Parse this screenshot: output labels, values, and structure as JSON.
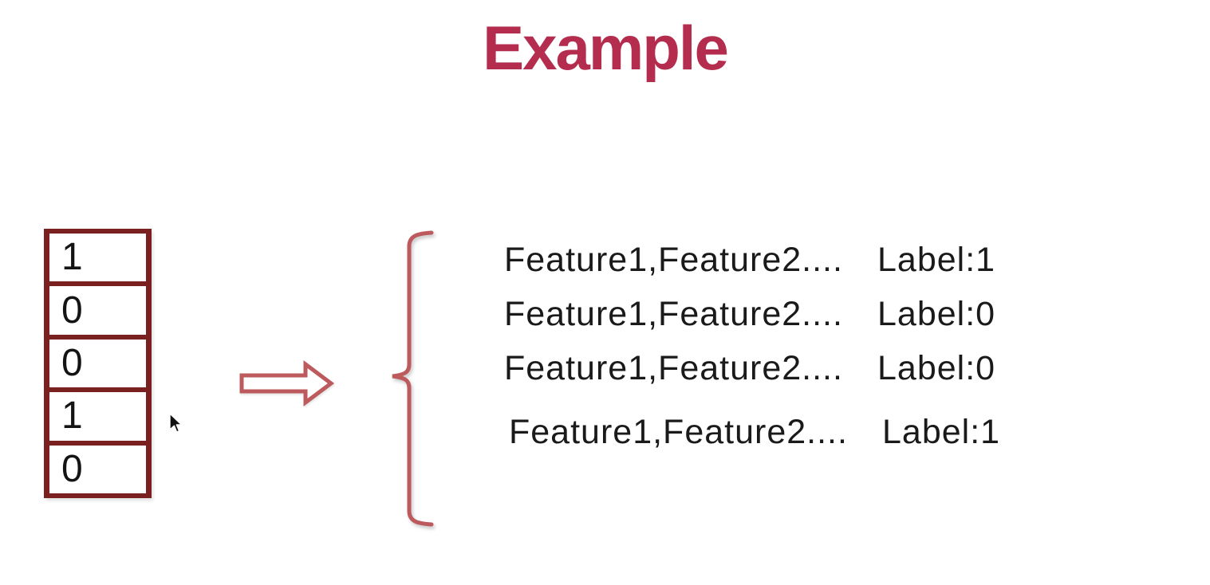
{
  "slide": {
    "title": "Example",
    "vector_column": {
      "cells": [
        "1",
        "0",
        "0",
        "1",
        "0"
      ]
    },
    "mapping": {
      "rows": [
        {
          "features": "Feature1,Feature2....",
          "label": "Label:1"
        },
        {
          "features": "Feature1,Feature2....",
          "label": "Label:0"
        },
        {
          "features": "Feature1,Feature2....",
          "label": "Label:0"
        },
        {
          "features": "Feature1,Feature2....",
          "label": "Label:1"
        }
      ]
    },
    "icons": {
      "arrow": "right-block-arrow",
      "brace": "left-curly-brace",
      "cursor": "mouse-pointer"
    },
    "colors": {
      "title": "#B42D4F",
      "cell_border": "#7B2021",
      "accent_shape": "#BC5A5D",
      "body_text": "#1A1A1A"
    }
  }
}
